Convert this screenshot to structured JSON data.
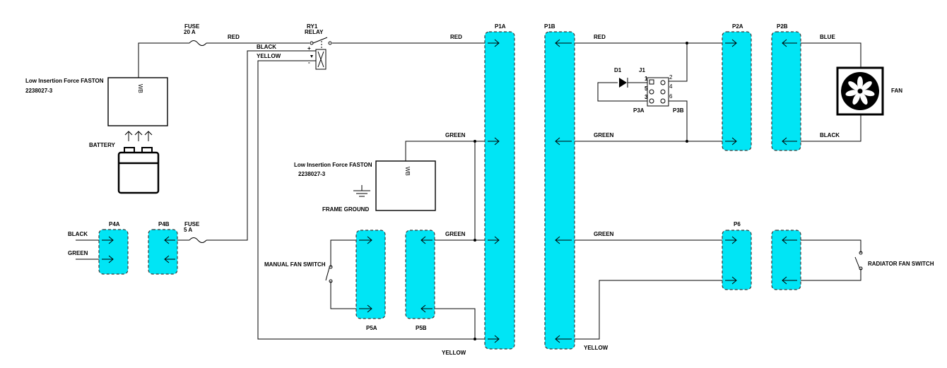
{
  "colors": {
    "connector_fill": "#00e5f5",
    "connector_border": "#3a3a3a",
    "wire": "#000000"
  },
  "labels": {
    "fuse1": "FUSE",
    "fuse1_rating": "20 A",
    "fuse2": "FUSE",
    "fuse2_rating": "5 A",
    "relay_ref": "RY1",
    "relay": "RELAY",
    "faston1": "Low Insertion Force FASTON",
    "faston1_pn": "2238027-3",
    "faston1_tag": "WB",
    "faston2": "Low Insertion Force FASTON",
    "faston2_pn": "2238027-3",
    "faston2_tag": "WB",
    "battery": "BATTERY",
    "frame_ground": "FRAME GROUND",
    "manual_switch": "MANUAL FAN SWITCH",
    "radiator_switch": "RADIATOR FAN SWITCH",
    "fan": "FAN",
    "diode": "D1",
    "jumper": "J1",
    "p3a": "P3A",
    "p3b": "P3B",
    "j1_pin1": "1",
    "j1_pin2": "2",
    "j1_pin3": "3",
    "j1_pin4": "4",
    "j1_pin5": "5",
    "j1_pin6": "6",
    "relay_plus": "+",
    "relay_minus": "-"
  },
  "connectors": {
    "p1a": "P1A",
    "p1b": "P1B",
    "p2a": "P2A",
    "p2b": "P2B",
    "p4a": "P4A",
    "p4b": "P4B",
    "p5a": "P5A",
    "p5b": "P5B",
    "p6": "P6"
  },
  "wires": {
    "red_top_left": "RED",
    "black_relay": "BLACK",
    "yellow_relay": "YELLOW",
    "red_p1a": "RED",
    "green_p1a_top": "GREEN",
    "green_p1a_mid": "GREEN",
    "yellow_bottom_left": "YELLOW",
    "red_p1b": "RED",
    "green_p1b_top": "GREEN",
    "green_p1b_mid": "GREEN",
    "yellow_bottom_right": "YELLOW",
    "blue_fan": "BLUE",
    "black_fan": "BLACK",
    "black_p4": "BLACK",
    "green_p4": "GREEN"
  }
}
